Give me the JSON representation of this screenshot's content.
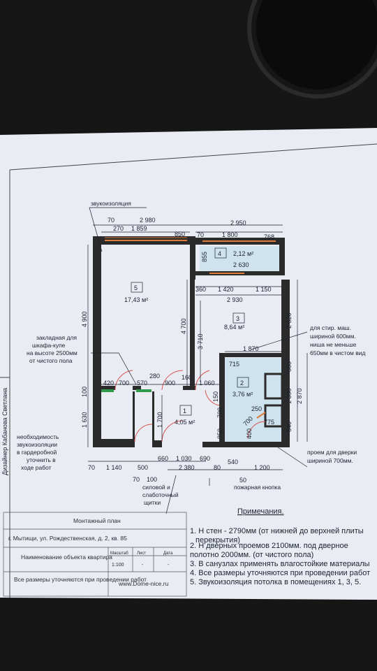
{
  "colors": {
    "background": "#161617",
    "paper": "#e9ecf3",
    "wall": "#2b2b2b",
    "window_accent": "#e07a3a",
    "door_arc": "#d9534f",
    "green_mark": "#2e9a4a",
    "bathroom_fill": "#cfe3ef",
    "balcony_fill": "#cfe3ef"
  },
  "labels": {
    "soundproofing_top": "звукоизоляция",
    "wardrobe_note": [
      "закладная для",
      "шкафа-купе",
      "на высоте 2500мм",
      "от чистого пола"
    ],
    "soundproof_note": [
      "необходимость",
      "звукоизоляции",
      "в гардеробной",
      "уточнить в",
      "ходе работ"
    ],
    "washer_note": [
      "для стир. маш.",
      "шириной 600мм.",
      "ниша не меньше",
      "650мм в чистом вид"
    ],
    "door_opening_note": [
      "проем для дверки",
      "шириной 700мм."
    ],
    "power_note": [
      "силовой и",
      "слаботочный",
      "щитки"
    ],
    "fire_button": "пожарная кнопка",
    "designer_vertical": "Дизайнер Кабанова Светлана"
  },
  "rooms": [
    {
      "number": "5",
      "area": "17,43 м²"
    },
    {
      "number": "4",
      "area": "2,12 м²"
    },
    {
      "number": "3",
      "area": "8,64 м²"
    },
    {
      "number": "2",
      "area": "3,76 м²"
    },
    {
      "number": "1",
      "area": "4,05 м²"
    }
  ],
  "dimensions": {
    "top_70": "70",
    "top_2980": "2 980",
    "top_270": "270",
    "top_1859": "1 859",
    "top_850": "850",
    "top_2950": "2 950",
    "top_right_70": "70",
    "top_1800": "1 800",
    "top_768": "768",
    "balcony_855": "855",
    "balcony_2630": "2 630",
    "r3_360": "360",
    "r3_1420": "1 420",
    "r3_1150": "1 150",
    "r3_2930": "2 930",
    "left_4900": "4 900",
    "mid_4700": "4 700",
    "r3_3710": "3 710",
    "right_2520": "2 520",
    "right_580": "580",
    "right_1390": "1 390",
    "right_2870": "2 870",
    "right_840": "840",
    "bath_1870": "1 870",
    "bath_715": "715",
    "bath_250": "250",
    "bath_775": "775",
    "bath_700": "700",
    "bath_400": "400",
    "bath_700b": "700",
    "bath_850": "850",
    "bath_150": "150",
    "row_420": "420",
    "row_700": "700",
    "row_570": "570",
    "row_280": "280",
    "row_900": "900",
    "row_160": "160",
    "row_1060": "1 060",
    "left_100": "100",
    "left_1630": "1 630",
    "hall_1700": "1 700",
    "bot_70": "70",
    "bot_1140": "1 140",
    "bot_500": "500",
    "bot_660": "660",
    "bot_1030": "1 030",
    "bot_690": "690",
    "bot_540": "540",
    "bot_2380": "2 380",
    "bot_80": "80",
    "bot_1200": "1 200",
    "bot_50": "50",
    "bot_70b": "70",
    "bot_100": "100"
  },
  "stamp": {
    "title": "Монтажный план",
    "address": "г. Мытищи, ул. Рождественская, д. 2, кв. 85",
    "object_name": "Наименование объекта квартира",
    "scale_header": "Масштаб",
    "sheet_header": "Лист",
    "date_header": "Дата",
    "scale": "1:100",
    "sheet": "-",
    "date": "-",
    "disclaimer": "Все размеры уточняются при проведении работ",
    "website": "www.Dome-nice.ru"
  },
  "notes": {
    "title": "Примечания.",
    "items": [
      "1. Н стен - 2790мм (от нижней до верхней плиты",
      "перекрытия)",
      "2. Н дверных проемов 2100мм. под дверное",
      "полотно 2000мм. (от чистого пола)",
      "3. В санузлах применять влагостойкие материалы",
      "4. Все размеры уточняются при проведении работ",
      "5. Звукоизоляция потолка в помещениях 1, 3, 5."
    ]
  }
}
